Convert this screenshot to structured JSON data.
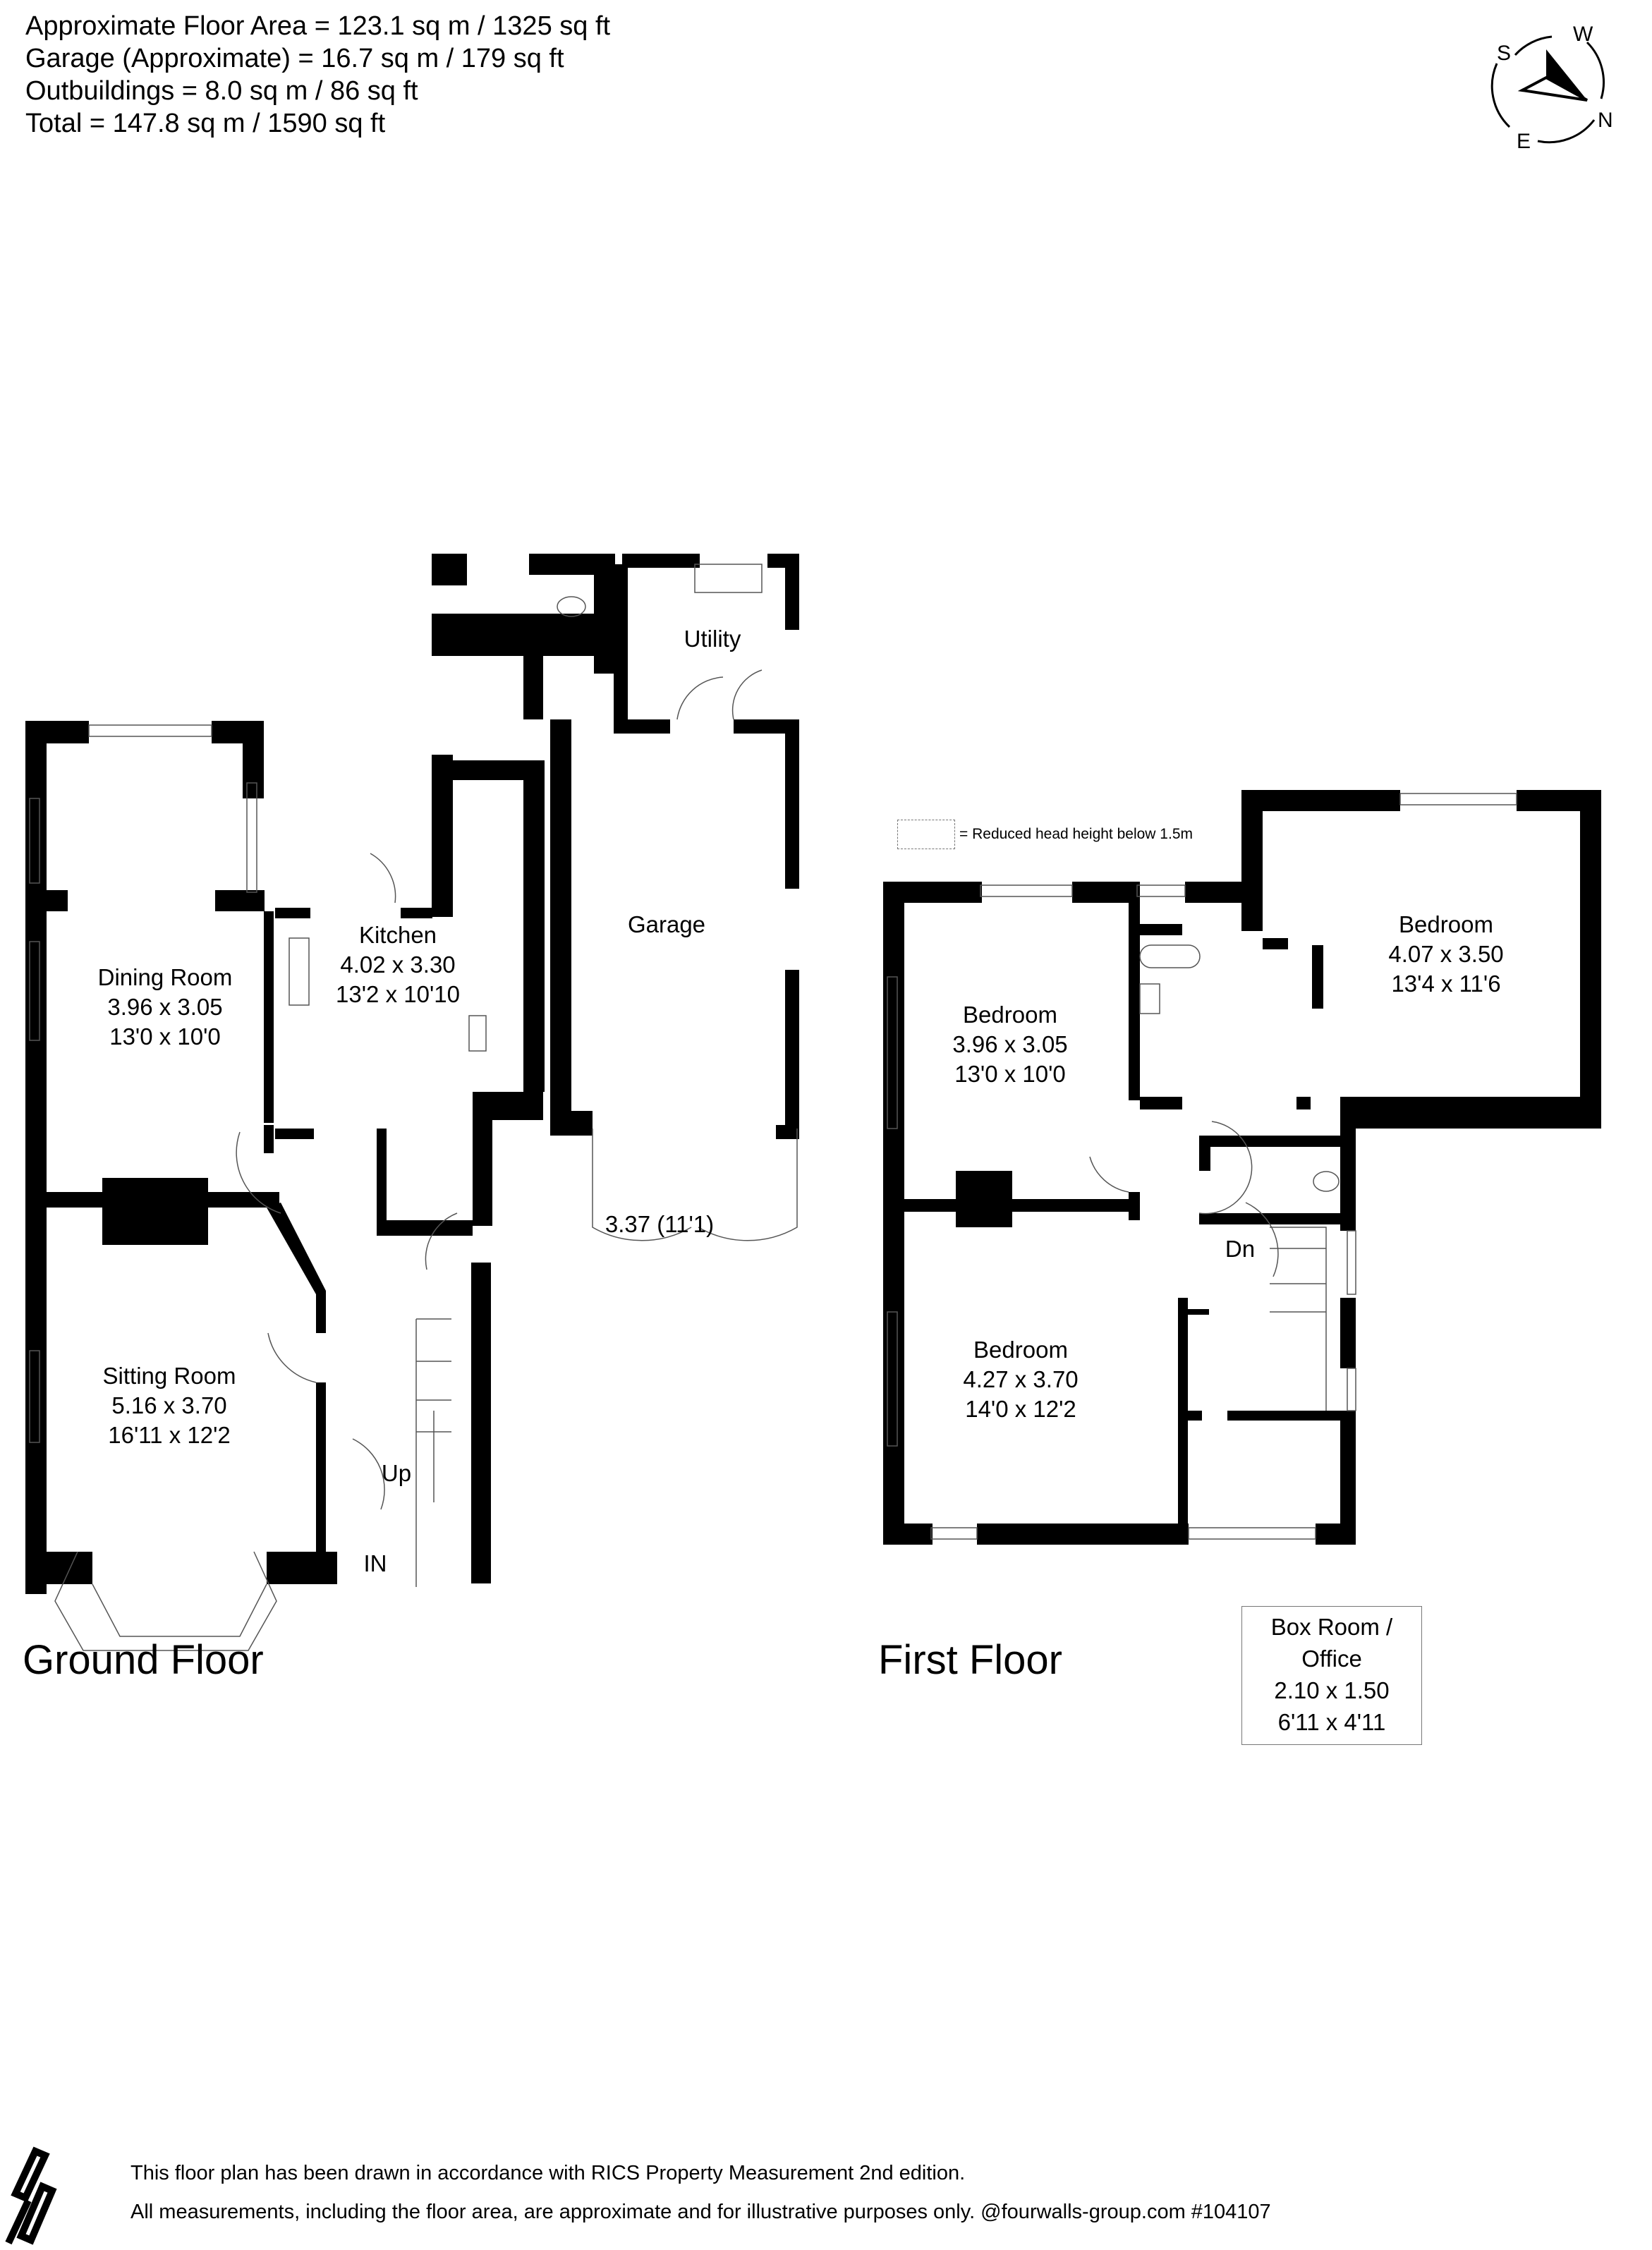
{
  "areas": {
    "lines": [
      "Approximate Floor Area = 123.1 sq m / 1325 sq ft",
      "Garage (Approximate) = 16.7 sq m / 179 sq ft",
      "Outbuildings = 8.0 sq m / 86 sq ft",
      "Total = 147.8 sq m / 1590 sq ft"
    ]
  },
  "compass": {
    "icon": "compass-icon",
    "s": "S",
    "w": "W",
    "n": "N",
    "e": "E"
  },
  "ground_floor": {
    "title": "Ground Floor",
    "rooms": [
      {
        "name": "Dining Room",
        "metric": "3.96 x 3.05",
        "imperial": "13'0 x 10'0"
      },
      {
        "name": "Kitchen",
        "metric": "4.02 x 3.30",
        "imperial": "13'2 x 10'10"
      },
      {
        "name": "Garage",
        "metric": "",
        "imperial": ""
      },
      {
        "name": "Utility",
        "metric": "",
        "imperial": ""
      },
      {
        "name": "Sitting Room",
        "metric": "5.16 x 3.70",
        "imperial": "16'11 x 12'2"
      }
    ],
    "garage_dimension": "3.37 (11'1)",
    "stairs_label": "Up",
    "entrance_label": "IN"
  },
  "first_floor": {
    "title": "First Floor",
    "legend": "= Reduced head height below 1.5m",
    "rooms": [
      {
        "name": "Bedroom",
        "metric": "3.96 x 3.05",
        "imperial": "13'0 x 10'0"
      },
      {
        "name": "Bedroom",
        "metric": "4.07 x 3.50",
        "imperial": "13'4 x 11'6"
      },
      {
        "name": "Bedroom",
        "metric": "4.27 x 3.70",
        "imperial": "14'0 x 12'2"
      }
    ],
    "box_room": {
      "name_line1": "Box Room /",
      "name_line2": "Office",
      "metric": "2.10 x 1.50",
      "imperial": "6'11 x 4'11"
    },
    "stairs_label": "Dn"
  },
  "footer": {
    "line1": "This floor plan has been drawn in accordance with RICS Property Measurement 2nd edition.",
    "line2": "All measurements, including the floor area, are approximate and for illustrative purposes only. @fourwalls-group.com #104107"
  },
  "colors": {
    "wall": "#000000",
    "line": "#555555",
    "background": "#ffffff"
  }
}
